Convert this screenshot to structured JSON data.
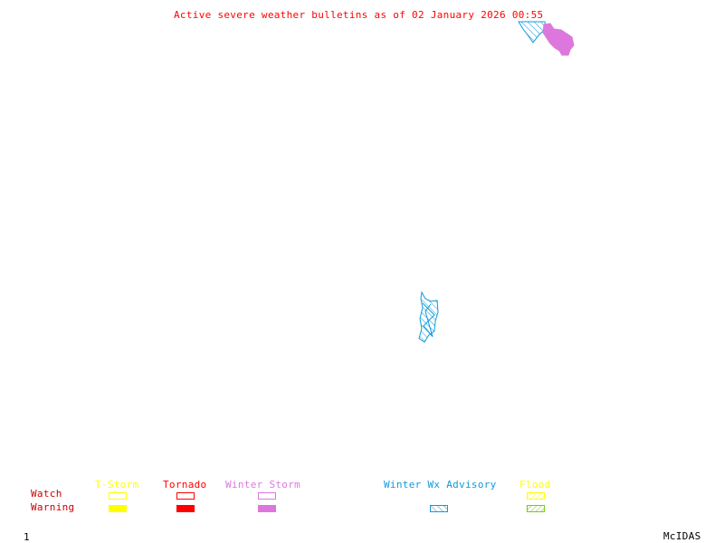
{
  "title": "Active severe weather bulletins as of 02 January 2026 00:55",
  "colors": {
    "title": "#ff0000",
    "tstorm": "#ffff00",
    "tornado": "#ff0000",
    "winter_storm": "#dd77dd",
    "winter_wx_advisory": "#1199dd",
    "flood_watch": "#ffff00",
    "flood_warning": "#77cc11",
    "row_labels": "#cc0000"
  },
  "legend": {
    "row_labels": {
      "watch": "Watch",
      "warning": "Warning"
    },
    "categories": [
      {
        "key": "tstorm",
        "label": "T-Storm",
        "watch": "outline",
        "warning": "filled"
      },
      {
        "key": "tornado",
        "label": "Tornado",
        "watch": "outline",
        "warning": "filled"
      },
      {
        "key": "winter_storm",
        "label": "Winter Storm",
        "watch": "outline",
        "warning": "filled"
      },
      {
        "key": "winter_wx_advisory",
        "label": "Winter Wx Advisory",
        "warning": "hatched"
      },
      {
        "key": "flood",
        "label": "Flood",
        "watch": "hatched",
        "warning": "hatched"
      }
    ]
  },
  "map_features": [
    {
      "type": "winter_wx_advisory",
      "region": "north-center-right"
    },
    {
      "type": "winter_storm_warning",
      "region": "north-center-right"
    },
    {
      "type": "winter_wx_advisory",
      "region": "center-right"
    }
  ],
  "footer": {
    "frame": "1",
    "brand": "McIDAS"
  }
}
